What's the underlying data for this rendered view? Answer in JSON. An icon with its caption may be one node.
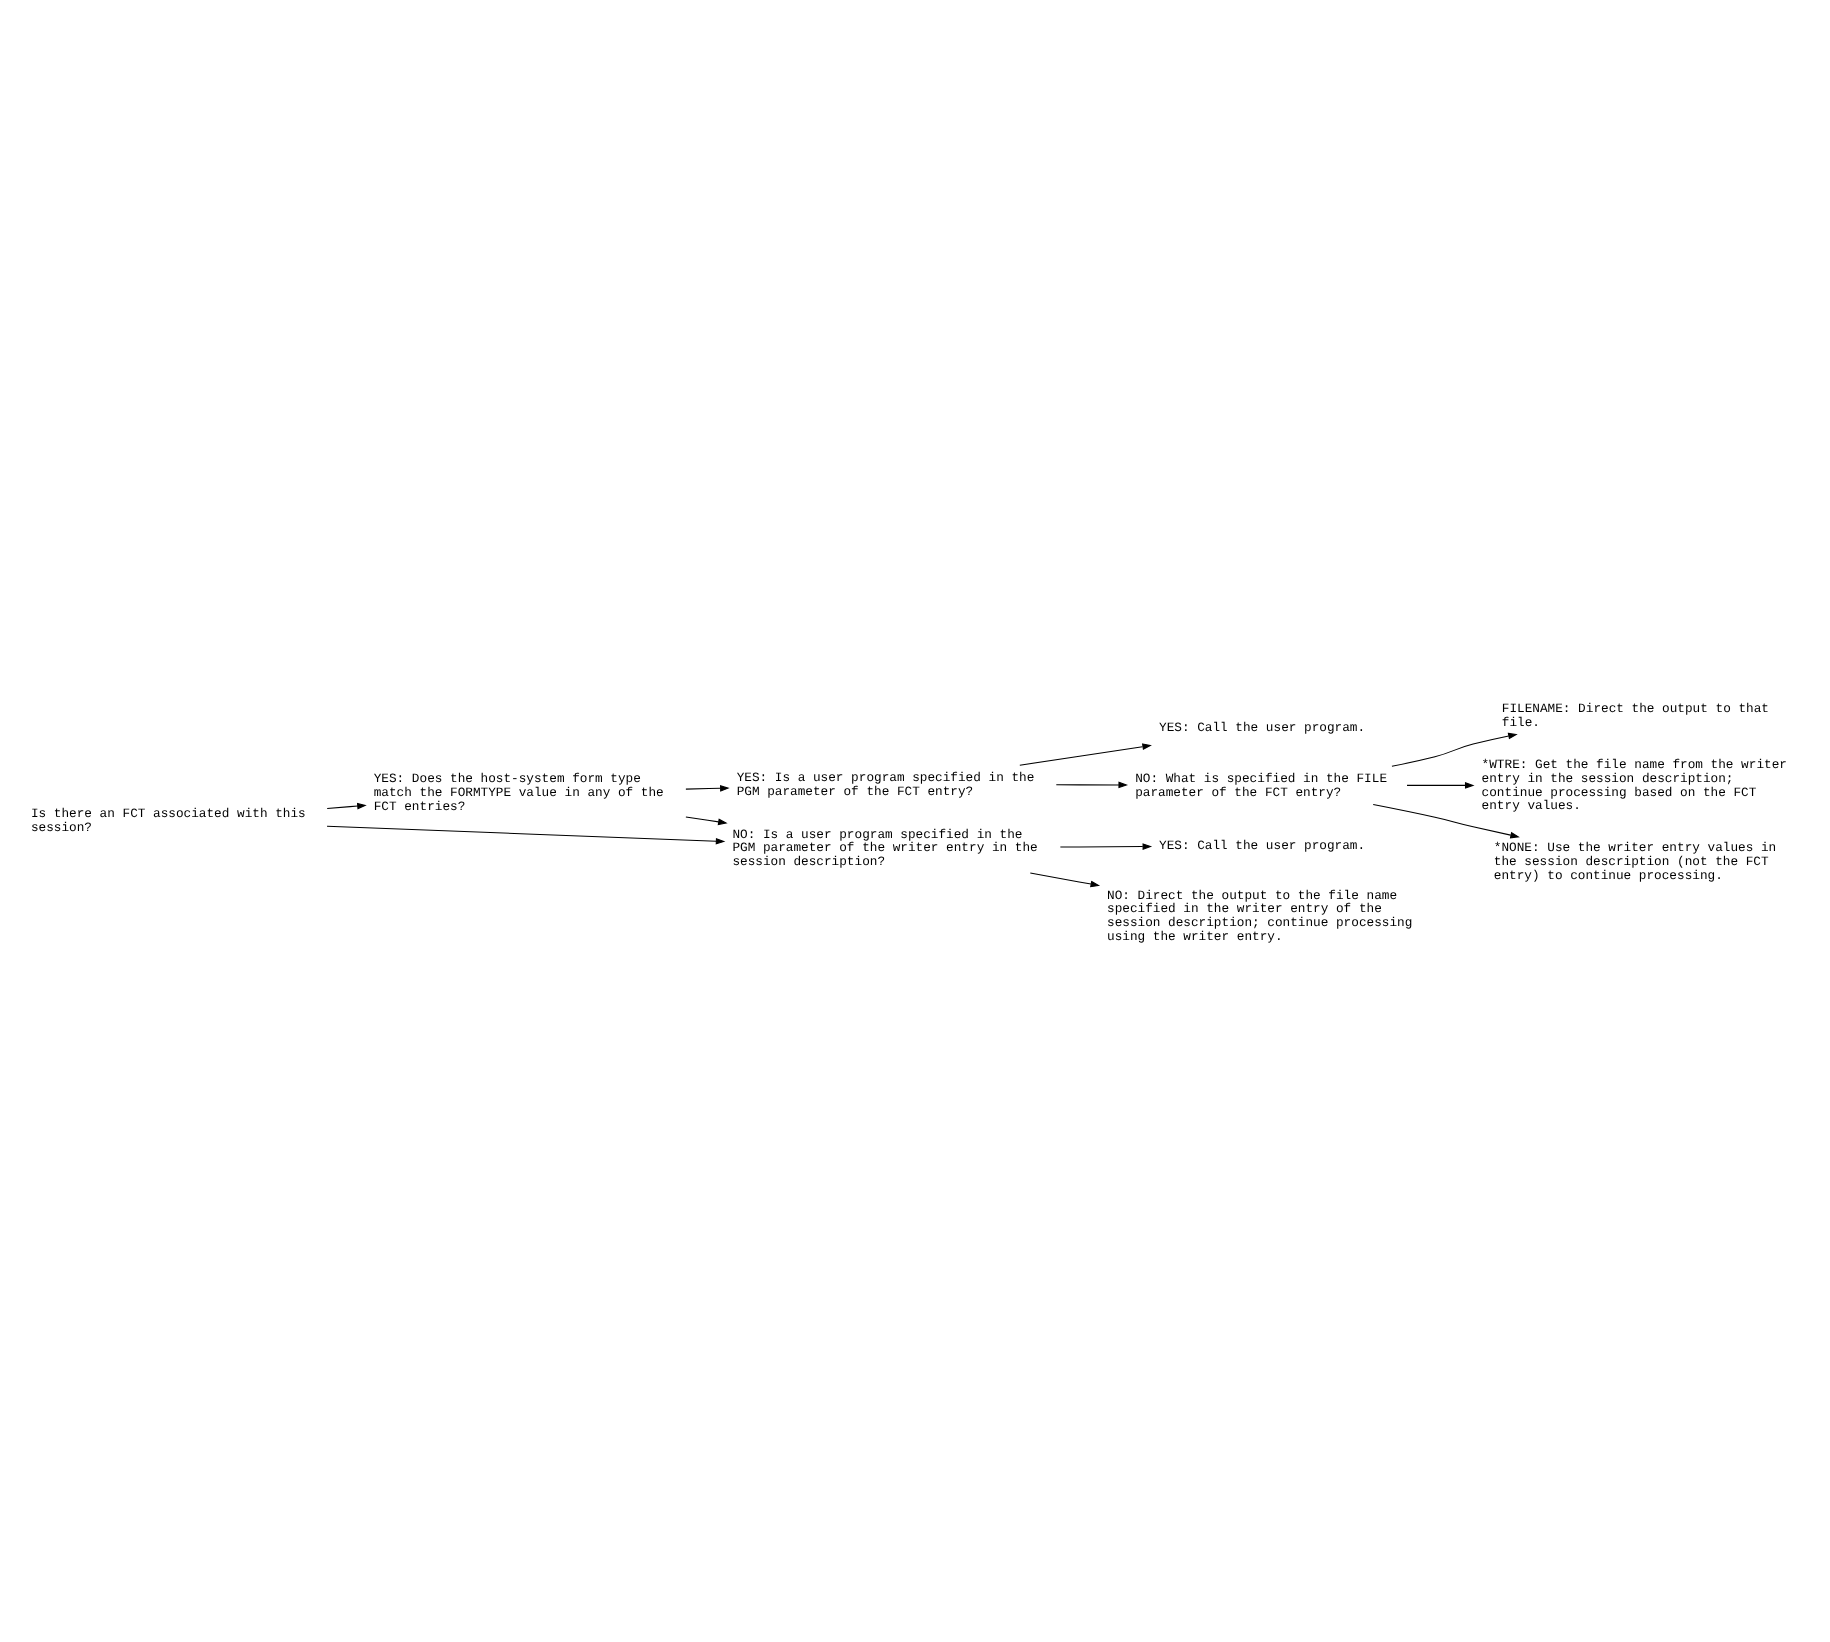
{
  "diagram": {
    "nodes": [
      {
        "text": [
          "Is there an FCT associated with this session?"
        ]
      },
      {
        "text": [
          "YES: Does the host-system form type match the FORMTYPE value in any of the FCT entries?"
        ]
      },
      {
        "text": [
          "YES: Is a user program specified in the PGM parameter of the FCT entry?"
        ]
      },
      {
        "text": [
          "YES: Call the user program."
        ]
      },
      {
        "text": [
          "NO: What is specified in the FILE parameter of the FCT entry?"
        ]
      },
      {
        "text": [
          "FILENAME: Direct the output to that file."
        ]
      },
      {
        "text": [
          "*WTRE: Get the file name from the writer entry in the session description; continue processing based on the FCT entry values."
        ]
      },
      {
        "text": [
          "*NONE: Use the writer entry values in the session description (not the FCT entry) to continue processing."
        ]
      },
      {
        "text": [
          "NO: Is a user program specified in the PGM parameter of the writer entry in the session description?"
        ]
      },
      {
        "text": [
          "YES: Call the user program."
        ]
      },
      {
        "text": [
          "NO: Direct the output to the file name specified in the writer entry of the session description; continue processing using the writer entry."
        ]
      }
    ],
    "edges": [
      {
        "from": 0,
        "to": 1,
        "arrow": "to"
      },
      {
        "from": 1,
        "to": 2,
        "arrow": "to"
      },
      {
        "from": 2,
        "to": 3,
        "arrow": "to"
      },
      {
        "from": 2,
        "to": 4,
        "arrow": "to"
      },
      {
        "from": 4,
        "to": 5,
        "arrow": "to"
      },
      {
        "from": 4,
        "to": 6,
        "arrow": "to"
      },
      {
        "from": 4,
        "to": 7,
        "arrow": "to"
      },
      {
        "from": 0,
        "to": 8,
        "arrow": "to"
      },
      {
        "from": 1,
        "to": 8,
        "arrow": "to"
      },
      {
        "from": 8,
        "to": 9,
        "arrow": "to"
      },
      {
        "from": 8,
        "to": 10,
        "arrow": "to"
      }
    ]
  }
}
